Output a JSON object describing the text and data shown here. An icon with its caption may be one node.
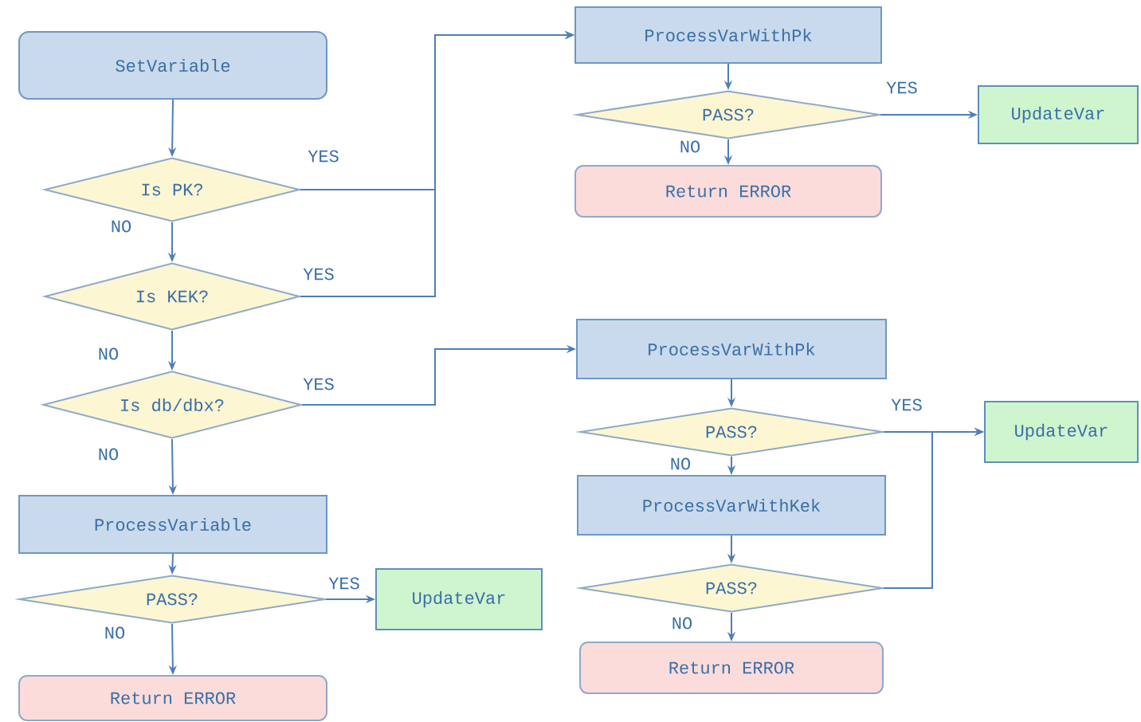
{
  "diagram": {
    "nodes": [
      {
        "text": [
          "SetVariable"
        ]
      },
      {
        "text": [
          "Is PK?"
        ]
      },
      {
        "text": [
          "Is KEK?"
        ]
      },
      {
        "text": [
          "Is db/dbx?"
        ]
      },
      {
        "text": [
          "ProcessVariable"
        ]
      },
      {
        "text": [
          "PASS?"
        ]
      },
      {
        "text": [
          "UpdateVar"
        ]
      },
      {
        "text": [
          "Return ERROR"
        ]
      },
      {
        "text": [
          "ProcessVarWithPk"
        ]
      },
      {
        "text": [
          "PASS?"
        ]
      },
      {
        "text": [
          "UpdateVar"
        ]
      },
      {
        "text": [
          "Return ERROR"
        ]
      },
      {
        "text": [
          "ProcessVarWithPk"
        ]
      },
      {
        "text": [
          "PASS?"
        ]
      },
      {
        "text": [
          "UpdateVar"
        ]
      },
      {
        "text": [
          "ProcessVarWithKek"
        ]
      },
      {
        "text": [
          "PASS?"
        ]
      },
      {
        "text": [
          "Return ERROR"
        ]
      }
    ],
    "edges": [
      {
        "from": 0,
        "to": 1,
        "arrow": "to"
      },
      {
        "from": 1,
        "to": 2,
        "arrow": "to",
        "label": "NO"
      },
      {
        "from": 2,
        "to": 3,
        "arrow": "to",
        "label": "NO"
      },
      {
        "from": 3,
        "to": 4,
        "arrow": "to",
        "label": "NO"
      },
      {
        "from": 4,
        "to": 5,
        "arrow": "to"
      },
      {
        "from": 5,
        "to": 6,
        "arrow": "to",
        "label": "YES"
      },
      {
        "from": 5,
        "to": 7,
        "arrow": "to",
        "label": "NO"
      },
      {
        "from": 1,
        "to": 8,
        "arrow": "to",
        "label": "YES"
      },
      {
        "from": 2,
        "to": 8,
        "arrow": "to",
        "label": "YES"
      },
      {
        "from": 8,
        "to": 9,
        "arrow": "to"
      },
      {
        "from": 9,
        "to": 10,
        "arrow": "to",
        "label": "YES"
      },
      {
        "from": 9,
        "to": 11,
        "arrow": "to",
        "label": "NO"
      },
      {
        "from": 3,
        "to": 12,
        "arrow": "to",
        "label": "YES"
      },
      {
        "from": 12,
        "to": 13,
        "arrow": "to"
      },
      {
        "from": 13,
        "to": 14,
        "arrow": "to",
        "label": "YES"
      },
      {
        "from": 13,
        "to": 15,
        "arrow": "to",
        "label": "NO"
      },
      {
        "from": 15,
        "to": 16,
        "arrow": "to"
      },
      {
        "from": 16,
        "to": 14,
        "arrow": "to"
      },
      {
        "from": 16,
        "to": 17,
        "arrow": "to",
        "label": "NO"
      }
    ]
  }
}
